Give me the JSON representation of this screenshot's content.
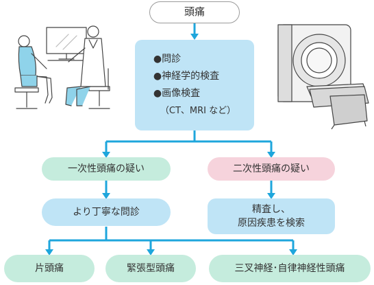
{
  "colors": {
    "line": "#1ea6dc",
    "blue_box": "#bfe4f6",
    "green_box": "#c5ecdd",
    "pink_box": "#f6d3dc",
    "start_border": "#9a9a9a"
  },
  "start": {
    "label": "頭痛"
  },
  "exam": {
    "items": [
      "●問診",
      "●神経学的検査",
      "●画像検査"
    ],
    "note": "（CT、MRI など）"
  },
  "primary": {
    "suspect": "一次性頭痛の疑い",
    "action": "より丁寧な問診",
    "types": [
      "片頭痛",
      "緊張型頭痛",
      "三叉神経･自律神経性頭痛"
    ]
  },
  "secondary": {
    "suspect": "二次性頭痛の疑い",
    "action_lines": [
      "精査し、",
      "原因疾患を検索"
    ]
  },
  "illustrations": {
    "consultation": "doctor-consultation-illustration",
    "scanner": "mri-scanner-illustration"
  }
}
